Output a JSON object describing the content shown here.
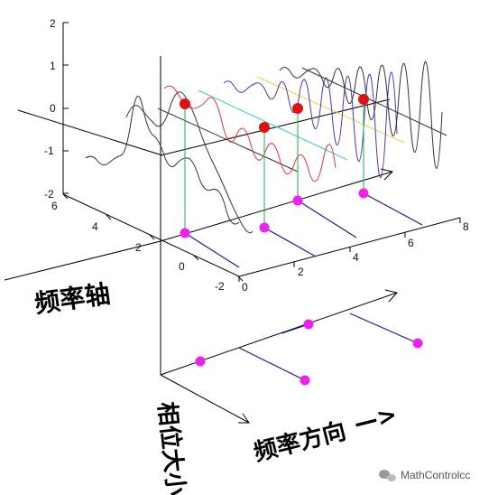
{
  "z_axis_ticks": [
    "2",
    "1",
    "0",
    "-1",
    "-2"
  ],
  "depth_axis_ticks": [
    "6",
    "4",
    "2",
    "0",
    "-2"
  ],
  "freq_axis_ticks": [
    "0",
    "2",
    "4",
    "6",
    "8"
  ],
  "labels": {
    "frequency_axis": "频率轴",
    "phase_magnitude": "相位大小",
    "frequency_direction": "频率方向",
    "frequency_direction_arrow": "—>"
  },
  "watermark": {
    "icon": "wechat-icon",
    "text": "MathControlcc"
  },
  "colors": {
    "amplitude_point": "#dd1111",
    "phase_point": "#ee22ee",
    "stem": "#22aa55",
    "stick": "#1a1a8a",
    "wave": "#dd3344",
    "wave_dark": "#333333",
    "guide_teal": "#33cccc",
    "guide_yellow": "#dddd33"
  }
}
